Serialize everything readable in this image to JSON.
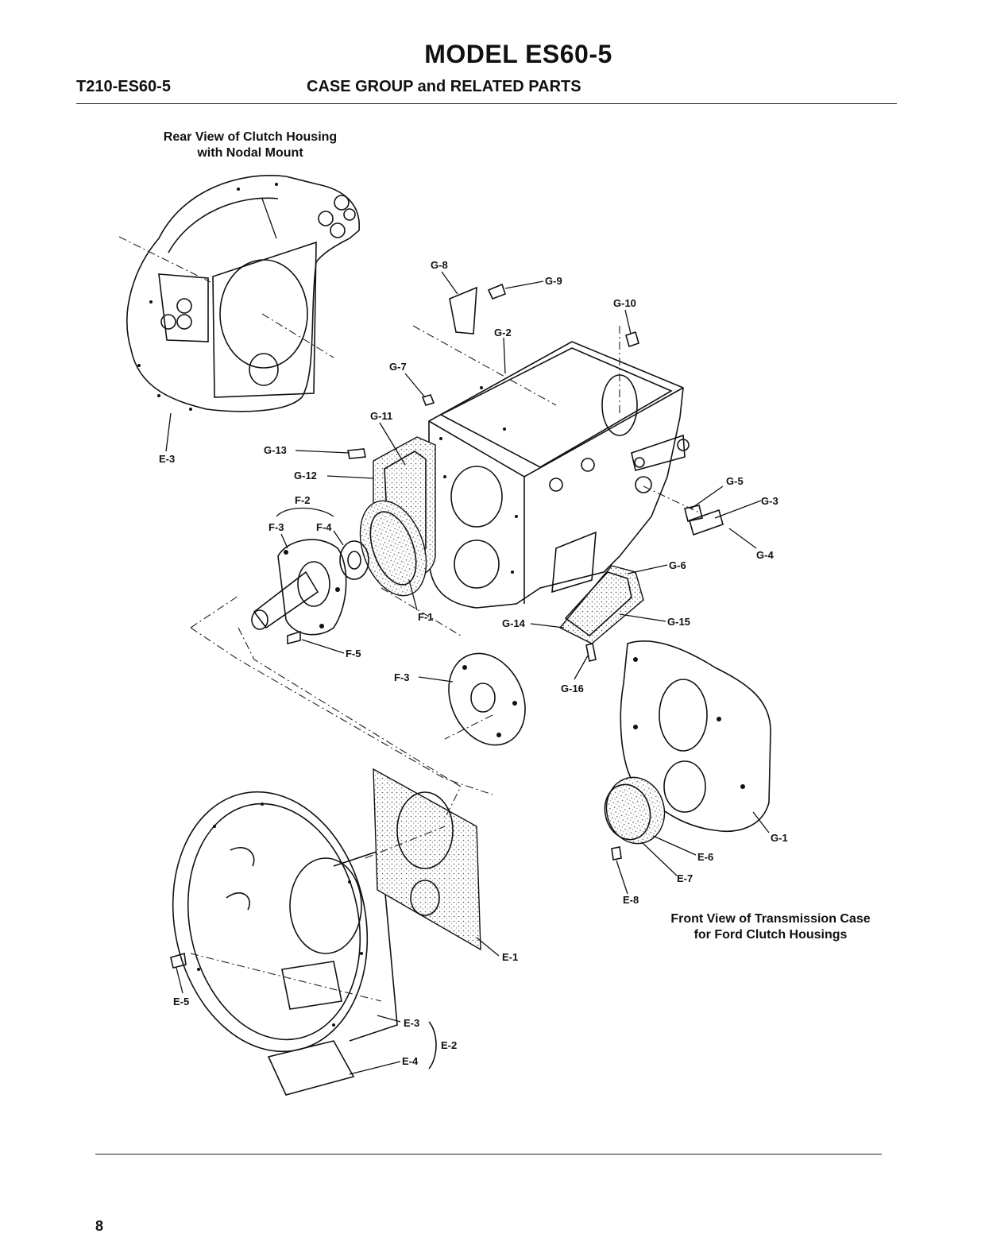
{
  "header": {
    "model_title": "MODEL ES60-5",
    "doc_number": "T210-ES60-5",
    "section_title": "CASE GROUP and RELATED PARTS"
  },
  "captions": {
    "rear_view_line1": "Rear View of Clutch Housing",
    "rear_view_line2": "with Nodal Mount",
    "front_view_line1": "Front View of Transmission Case",
    "front_view_line2": "for Ford Clutch Housings"
  },
  "callouts": [
    "G-8",
    "G-9",
    "G-10",
    "G-2",
    "G-7",
    "G-11",
    "G-13",
    "E-3",
    "G-12",
    "F-2",
    "F-3",
    "F-4",
    "G-5",
    "G-3",
    "G-4",
    "G-6",
    "F-1",
    "G-14",
    "G-15",
    "F-5",
    "F-3",
    "G-16",
    "G-1",
    "E-6",
    "E-7",
    "E-8",
    "E-1",
    "E-5",
    "E-3",
    "E-2",
    "E-4"
  ],
  "footer": {
    "page_number": "8"
  }
}
